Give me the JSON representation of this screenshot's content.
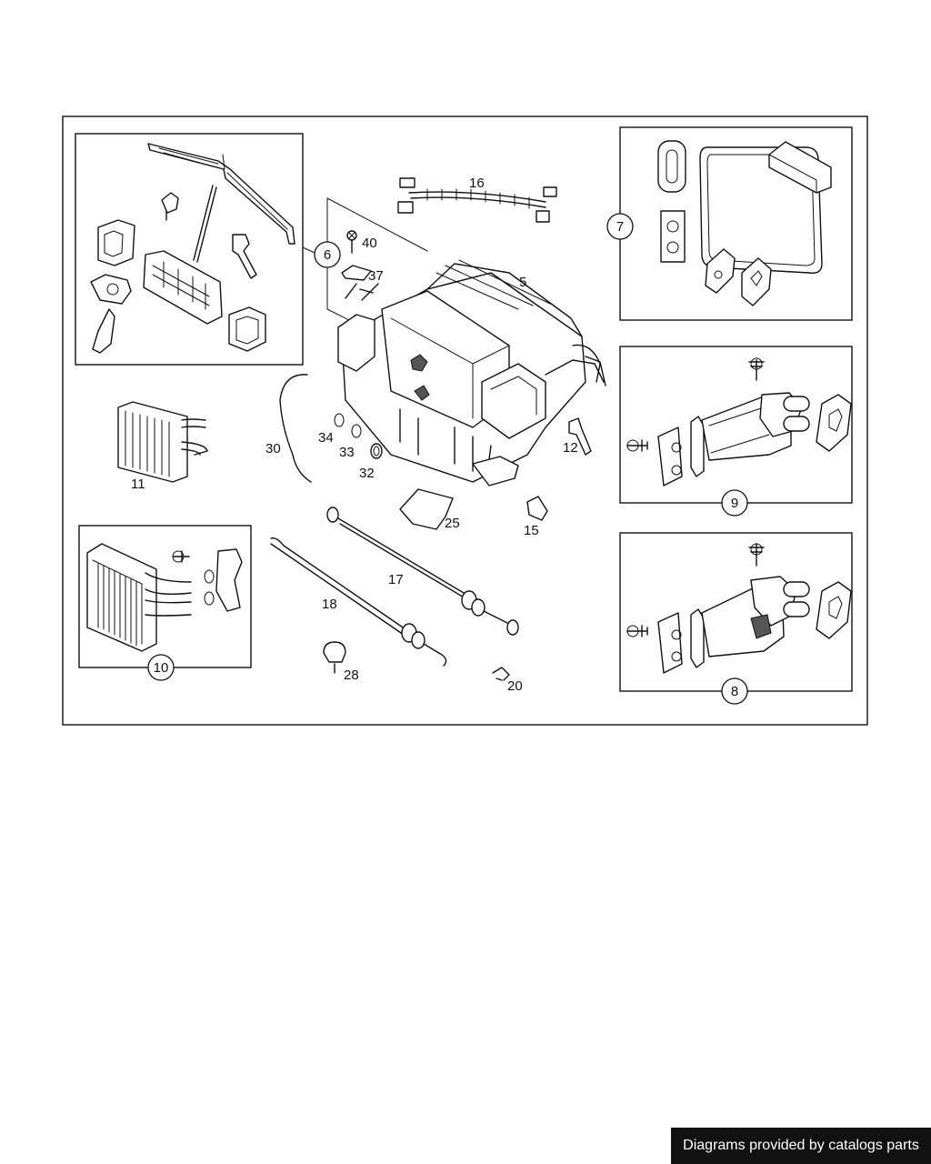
{
  "labels": {
    "l5": "5",
    "l6": "6",
    "l7": "7",
    "l8": "8",
    "l9": "9",
    "l10": "10",
    "l11": "11",
    "l12": "12",
    "l15": "15",
    "l16": "16",
    "l17": "17",
    "l18": "18",
    "l20": "20",
    "l25": "25",
    "l28": "28",
    "l30": "30",
    "l32": "32",
    "l33": "33",
    "l34": "34",
    "l37": "37",
    "l40": "40"
  },
  "footer": {
    "text": "Diagrams provided by catalogs parts"
  }
}
